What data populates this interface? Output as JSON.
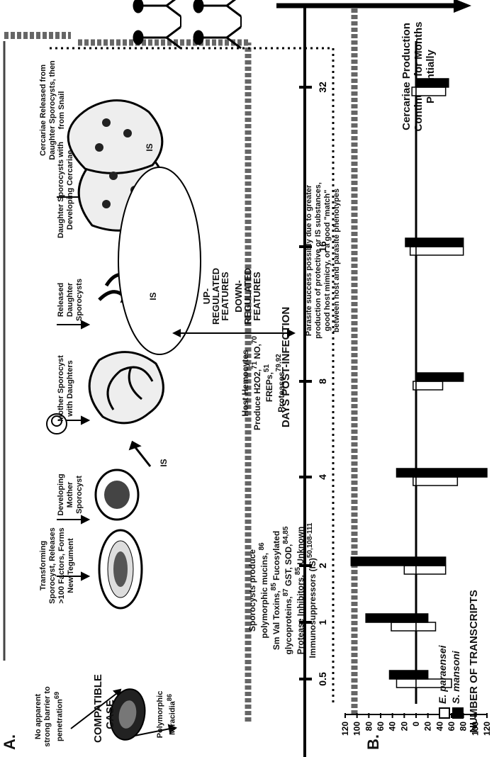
{
  "panel_a": {
    "label": "A.",
    "barrier_text": "No apparent strong barrier to penetration",
    "barrier_ref": "69",
    "case_label": "COMPATIBLE CASE",
    "miracidia_text": "Polymorphic Miracidia",
    "miracidia_ref": "86",
    "sporocyst_products": {
      "line1": "Sporocysts produce",
      "line2": "polymorphic mucins,",
      "ref2": "86",
      "line3": "Sm Val Toxins,",
      "ref3": "85",
      "line3b": "Fucosylated",
      "line4": "glycoproteins,",
      "ref4": "87",
      "line4b": "GST, SOD,",
      "ref4b": "84,85",
      "line5": "Protease Inhibitors,",
      "ref5": "85",
      "line5b": "Unknown",
      "line6": "Immunosuppressors (IS)",
      "ref6": "50,108-111"
    },
    "hemocytes": {
      "line1": "Host Hemocytes",
      "line2": "Produce H2O2,",
      "ref2a": "71",
      "line2b": "NO,",
      "ref2b": "70",
      "line3": "FREPs,",
      "ref3": "51",
      "line4": "Proteases",
      "ref4": "79,92"
    },
    "success_text": "Parasite success possibly due to greater production of protective or IS substances, good host mimicry, or a good \"match\" between host and parasite phenotypes",
    "stages": [
      "Transforming Sporocyst, Releases >100 Factors, Forms New Tegument",
      "Developing Mother Sporocyst",
      "Mother Sporocyst with Daughters",
      "Released Daughter Sporocysts",
      "Daughter Sporocysts with Developing Cercariae",
      "Cercariae Released from Daughter Sporocysts, then from Snail"
    ],
    "is_label": "IS",
    "continuation_text": "Cercariae Production Continues for Months Potentially",
    "timeline_ticks": [
      "0.5",
      "1",
      "2",
      "4",
      "8",
      "16",
      "32"
    ]
  },
  "panel_b": {
    "label": "B.",
    "xlabel": "DAYS POST-INFECTION",
    "ylabel": "NUMBER OF TRANSCRIPTS",
    "up_label": "UP-REGULATED FEATURES",
    "down_label": "DOWN-REGULATED FEATURES"
  },
  "chart_data": {
    "type": "bar",
    "xlabel": "DAYS POST-INFECTION",
    "ylabel": "NUMBER OF TRANSCRIPTS",
    "categories": [
      "0.5",
      "1",
      "2",
      "4",
      "8",
      "16",
      "32"
    ],
    "y_ticks": [
      "120",
      "100",
      "80",
      "60",
      "40",
      "20",
      "0",
      "20",
      "40",
      "60",
      "80",
      "100",
      "120"
    ],
    "ylim": [
      -120,
      120
    ],
    "series": [
      {
        "name": "E. paraensei",
        "color": "#ffffff",
        "up": [
          33,
          42,
          20,
          5,
          5,
          10,
          7
        ],
        "down": [
          -60,
          -33,
          -50,
          -70,
          -45,
          -80,
          -50
        ]
      },
      {
        "name": "S. mansoni",
        "color": "#000000",
        "up": [
          45,
          85,
          110,
          33,
          0,
          18,
          0
        ],
        "down": [
          -20,
          -20,
          -50,
          -120,
          -80,
          -80,
          -55
        ]
      }
    ]
  }
}
